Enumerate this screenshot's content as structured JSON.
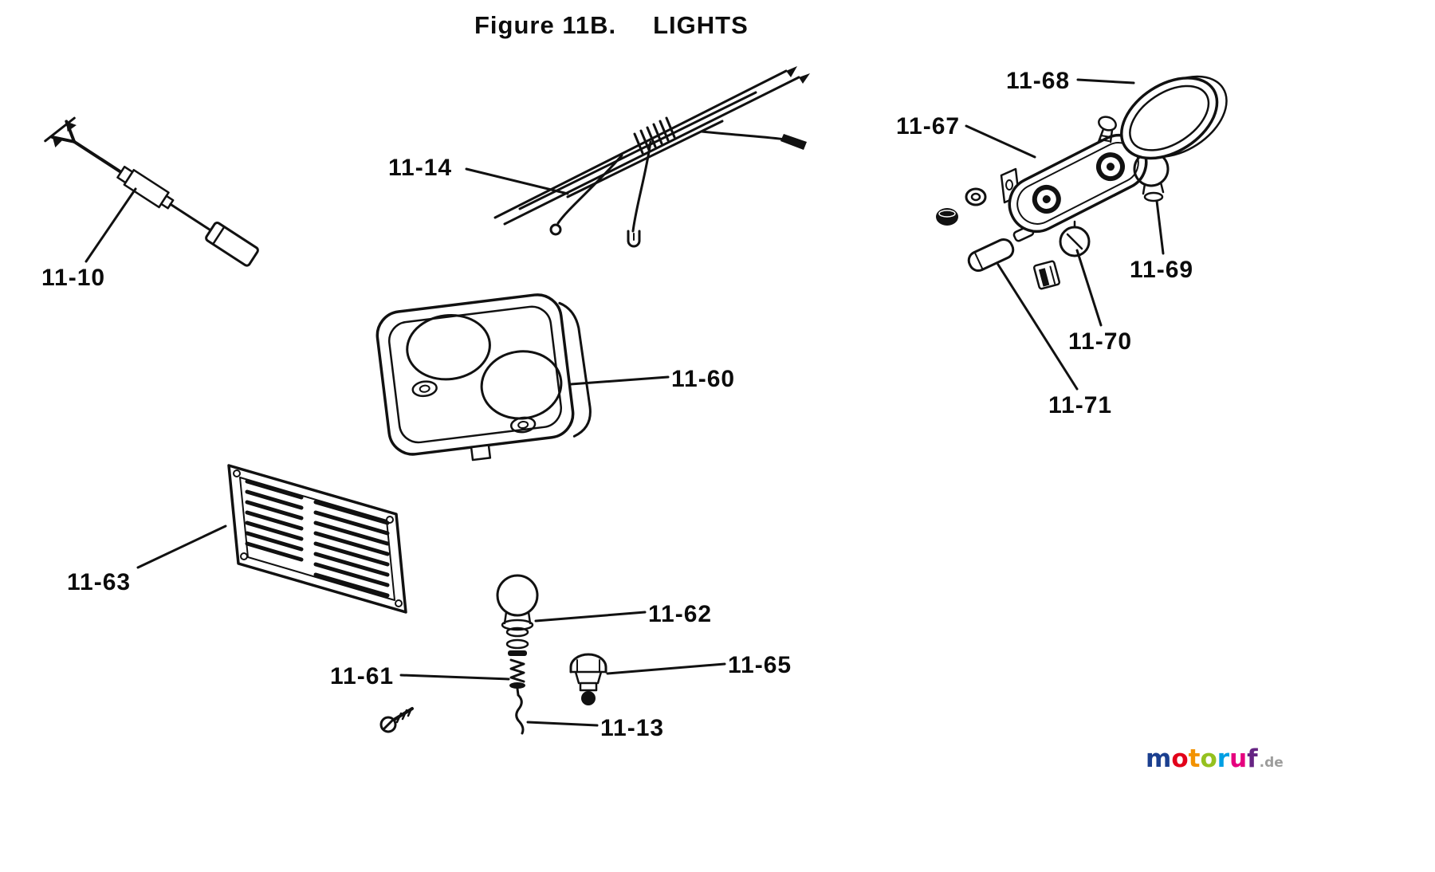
{
  "figure": {
    "number": "Figure 11B.",
    "name": "LIGHTS"
  },
  "labels": {
    "l11_10": "11-10",
    "l11_13": "11-13",
    "l11_14": "11-14",
    "l11_60": "11-60",
    "l11_61": "11-61",
    "l11_62": "11-62",
    "l11_63": "11-63",
    "l11_65": "11-65",
    "l11_67": "11-67",
    "l11_68": "11-68",
    "l11_69": "11-69",
    "l11_70": "11-70",
    "l11_71": "11-71"
  },
  "watermark": {
    "letters": [
      {
        "char": "m",
        "color": "#1b3f8f"
      },
      {
        "char": "o",
        "color": "#e2001a"
      },
      {
        "char": "t",
        "color": "#f39200"
      },
      {
        "char": "o",
        "color": "#95c11f"
      },
      {
        "char": "r",
        "color": "#009fe3"
      },
      {
        "char": "u",
        "color": "#e6007e"
      },
      {
        "char": "f",
        "color": "#662483"
      }
    ],
    "suffix": ".de",
    "suffix_color": "#9d9d9c"
  },
  "line_color": "#111111"
}
